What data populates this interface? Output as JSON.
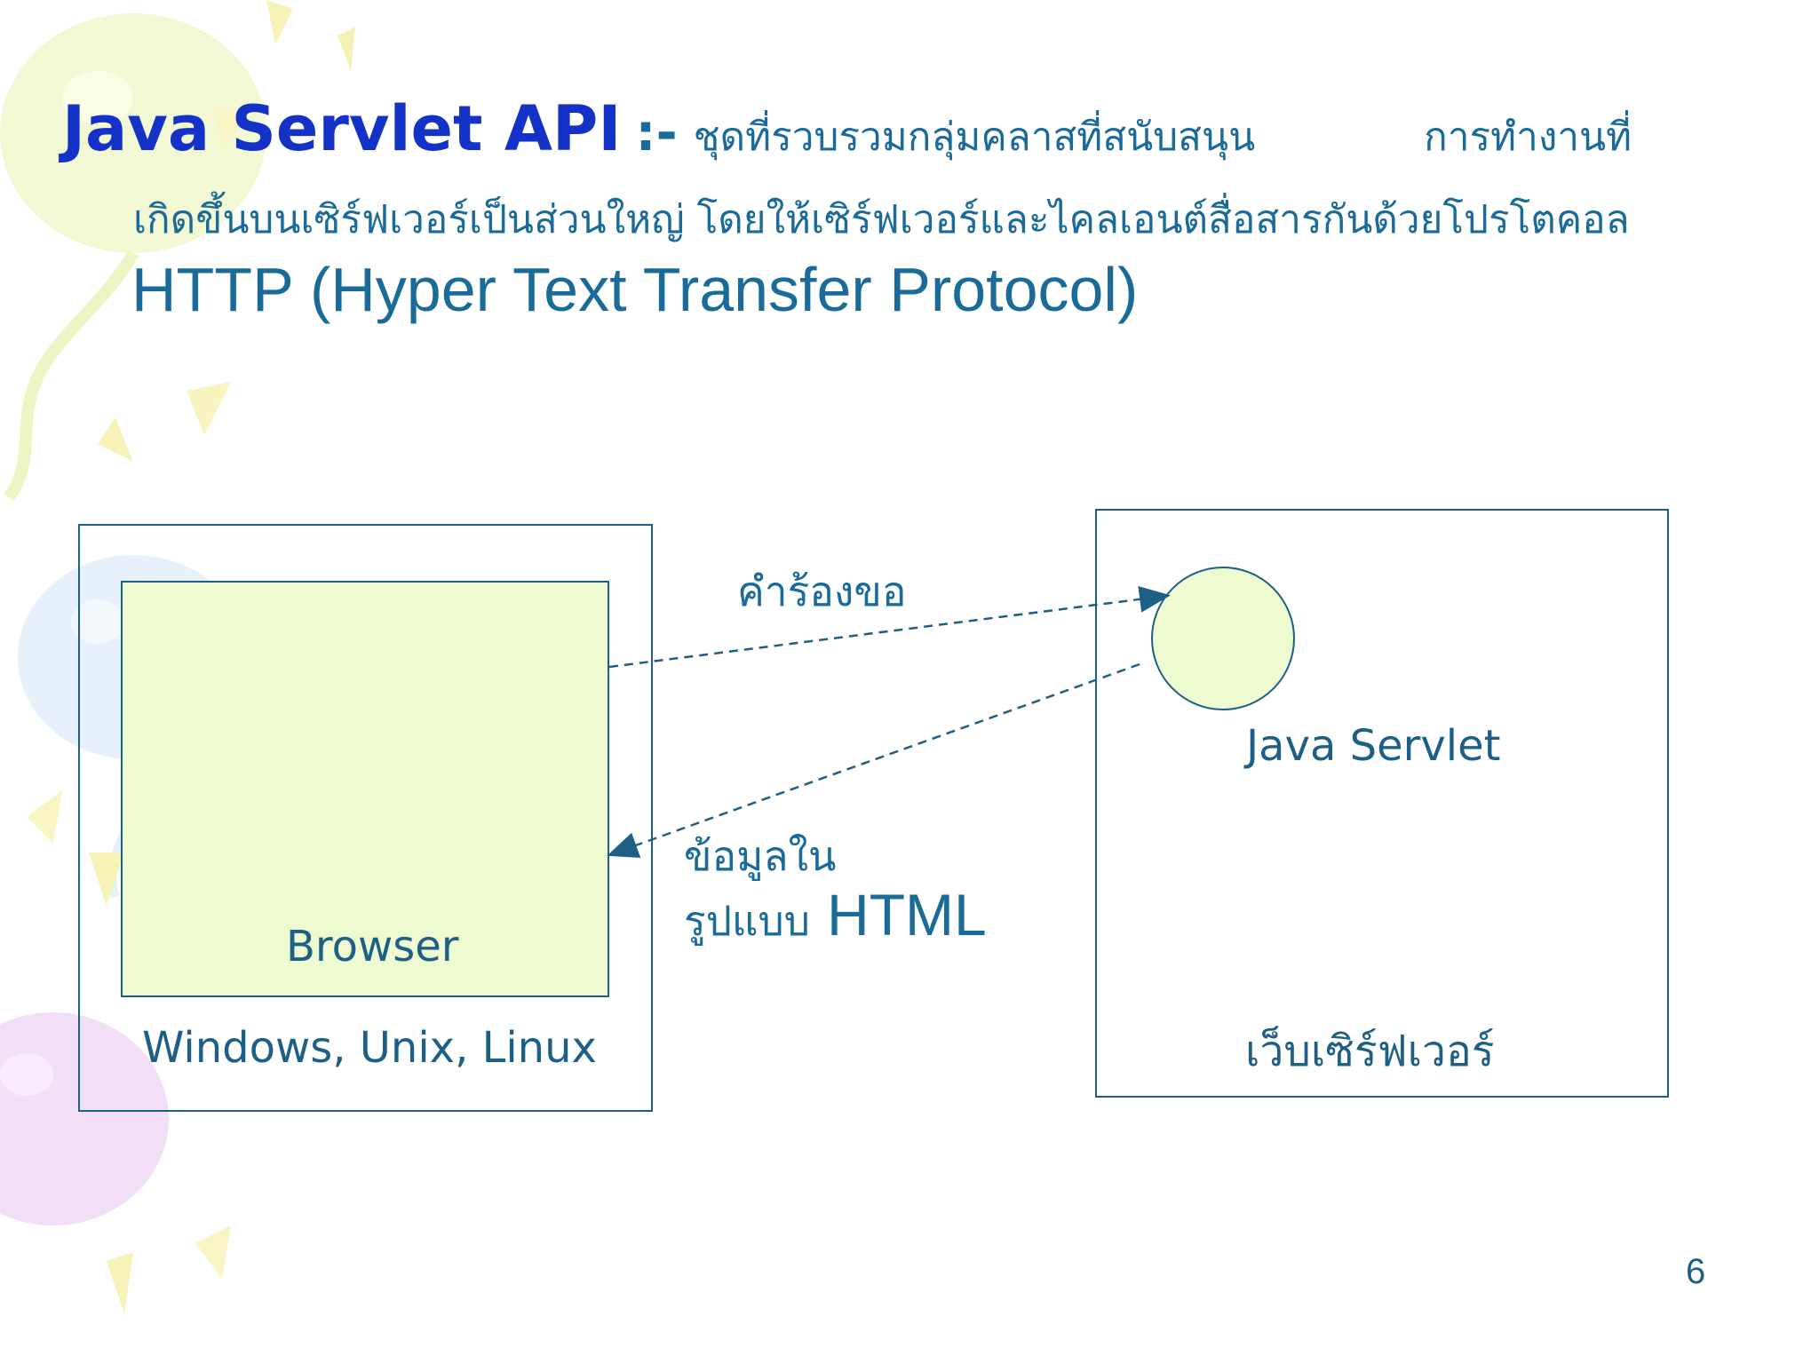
{
  "title": {
    "main": "Java Servlet API",
    "separator": ":-",
    "desc_part1": "ชุดที่รวบรวมกลุ่มคลาสที่สนับสนุน",
    "desc_part2": "การทำงานที่",
    "line2": "เกิดขึ้นบนเซิร์ฟเวอร์เป็นส่วนใหญ่ โดยให้เซิร์ฟเวอร์และไคลเอนต์สื่อสารกันด้วยโปรโตคอล",
    "line3": "HTTP (Hyper Text Transfer Protocol)"
  },
  "diagram": {
    "client": {
      "inner_label": "Browser",
      "platform_label": "Windows, Unix, Linux"
    },
    "server": {
      "servlet_label": "Java Servlet",
      "server_label": "เว็บเซิร์ฟเวอร์"
    },
    "request_label": "คำร้องขอ",
    "response_label_line1": "ข้อมูลใน",
    "response_label_line2_thai": "รูปแบบ",
    "response_label_line2_html": "HTML"
  },
  "page_number": "6",
  "colors": {
    "title_blue": "#1432c8",
    "text_teal": "#1a6a9a",
    "line": "#1e5f86",
    "box_fill": "#eefad0"
  }
}
